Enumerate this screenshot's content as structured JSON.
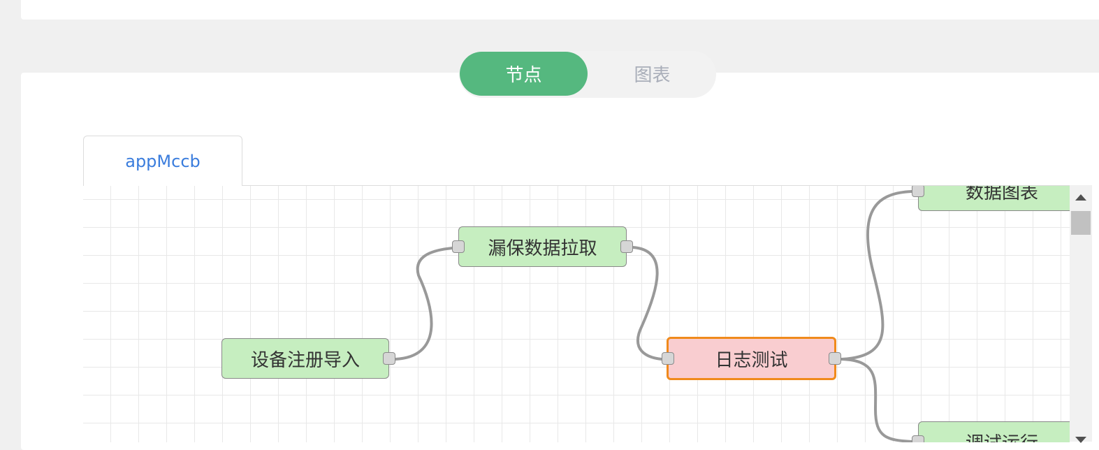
{
  "view_toggle": {
    "nodes_label": "节点",
    "chart_label": "图表",
    "active": "节点"
  },
  "flow_tab": {
    "label": "appMccb"
  },
  "nodes": [
    {
      "label": "漏保数据拉取"
    },
    {
      "label": "设备注册导入"
    },
    {
      "label": "日志测试",
      "selected": true
    },
    {
      "label": "数据图表"
    },
    {
      "label": "调试运行"
    }
  ],
  "colors": {
    "accent_green": "#55b87f",
    "node_fill": "#c6eec0",
    "selected_fill": "#f9cdd0",
    "selected_border": "#f08a1c",
    "tab_text": "#3b7ddd",
    "wire": "#999999"
  },
  "icons": [
    "scroll-up-arrow-icon",
    "scroll-down-arrow-icon"
  ]
}
